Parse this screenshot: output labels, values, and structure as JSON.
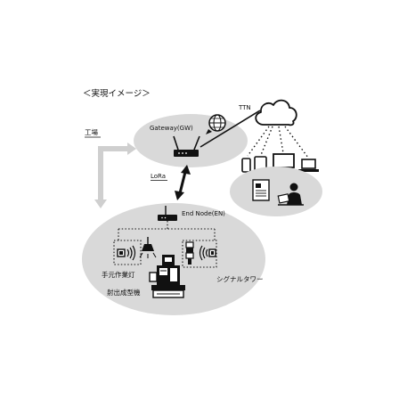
{
  "title": "＜実現イメージ＞",
  "labels": {
    "factory": "工場",
    "gateway": "Gateway(GW)",
    "ttn": "TTN",
    "lora": "LoRa",
    "end_node": "End Node(EN)",
    "work_light": "手元作業灯",
    "signal_tower": "シグナルタワー",
    "molding_machine": "射出成型機"
  },
  "icons": {
    "gateway": "router-icon",
    "internet": "globe-icon",
    "cloud": "cloud-icon",
    "devices": [
      "smartphone-icon",
      "tablet-icon",
      "monitor-icon",
      "laptop-icon"
    ],
    "report": "document-icon",
    "user": "person-at-laptop-icon",
    "end_node": "router-icon",
    "sensor_left": "speaker-sensor-icon",
    "lamp": "lamp-icon",
    "tower": "signal-tower-icon",
    "sensor_right": "speaker-sensor-icon",
    "machine": "injection-molding-machine-icon"
  },
  "colors": {
    "zone_fill": "#d9d9d9",
    "flow_arrow": "#cfcfcf",
    "ink": "#111111"
  }
}
